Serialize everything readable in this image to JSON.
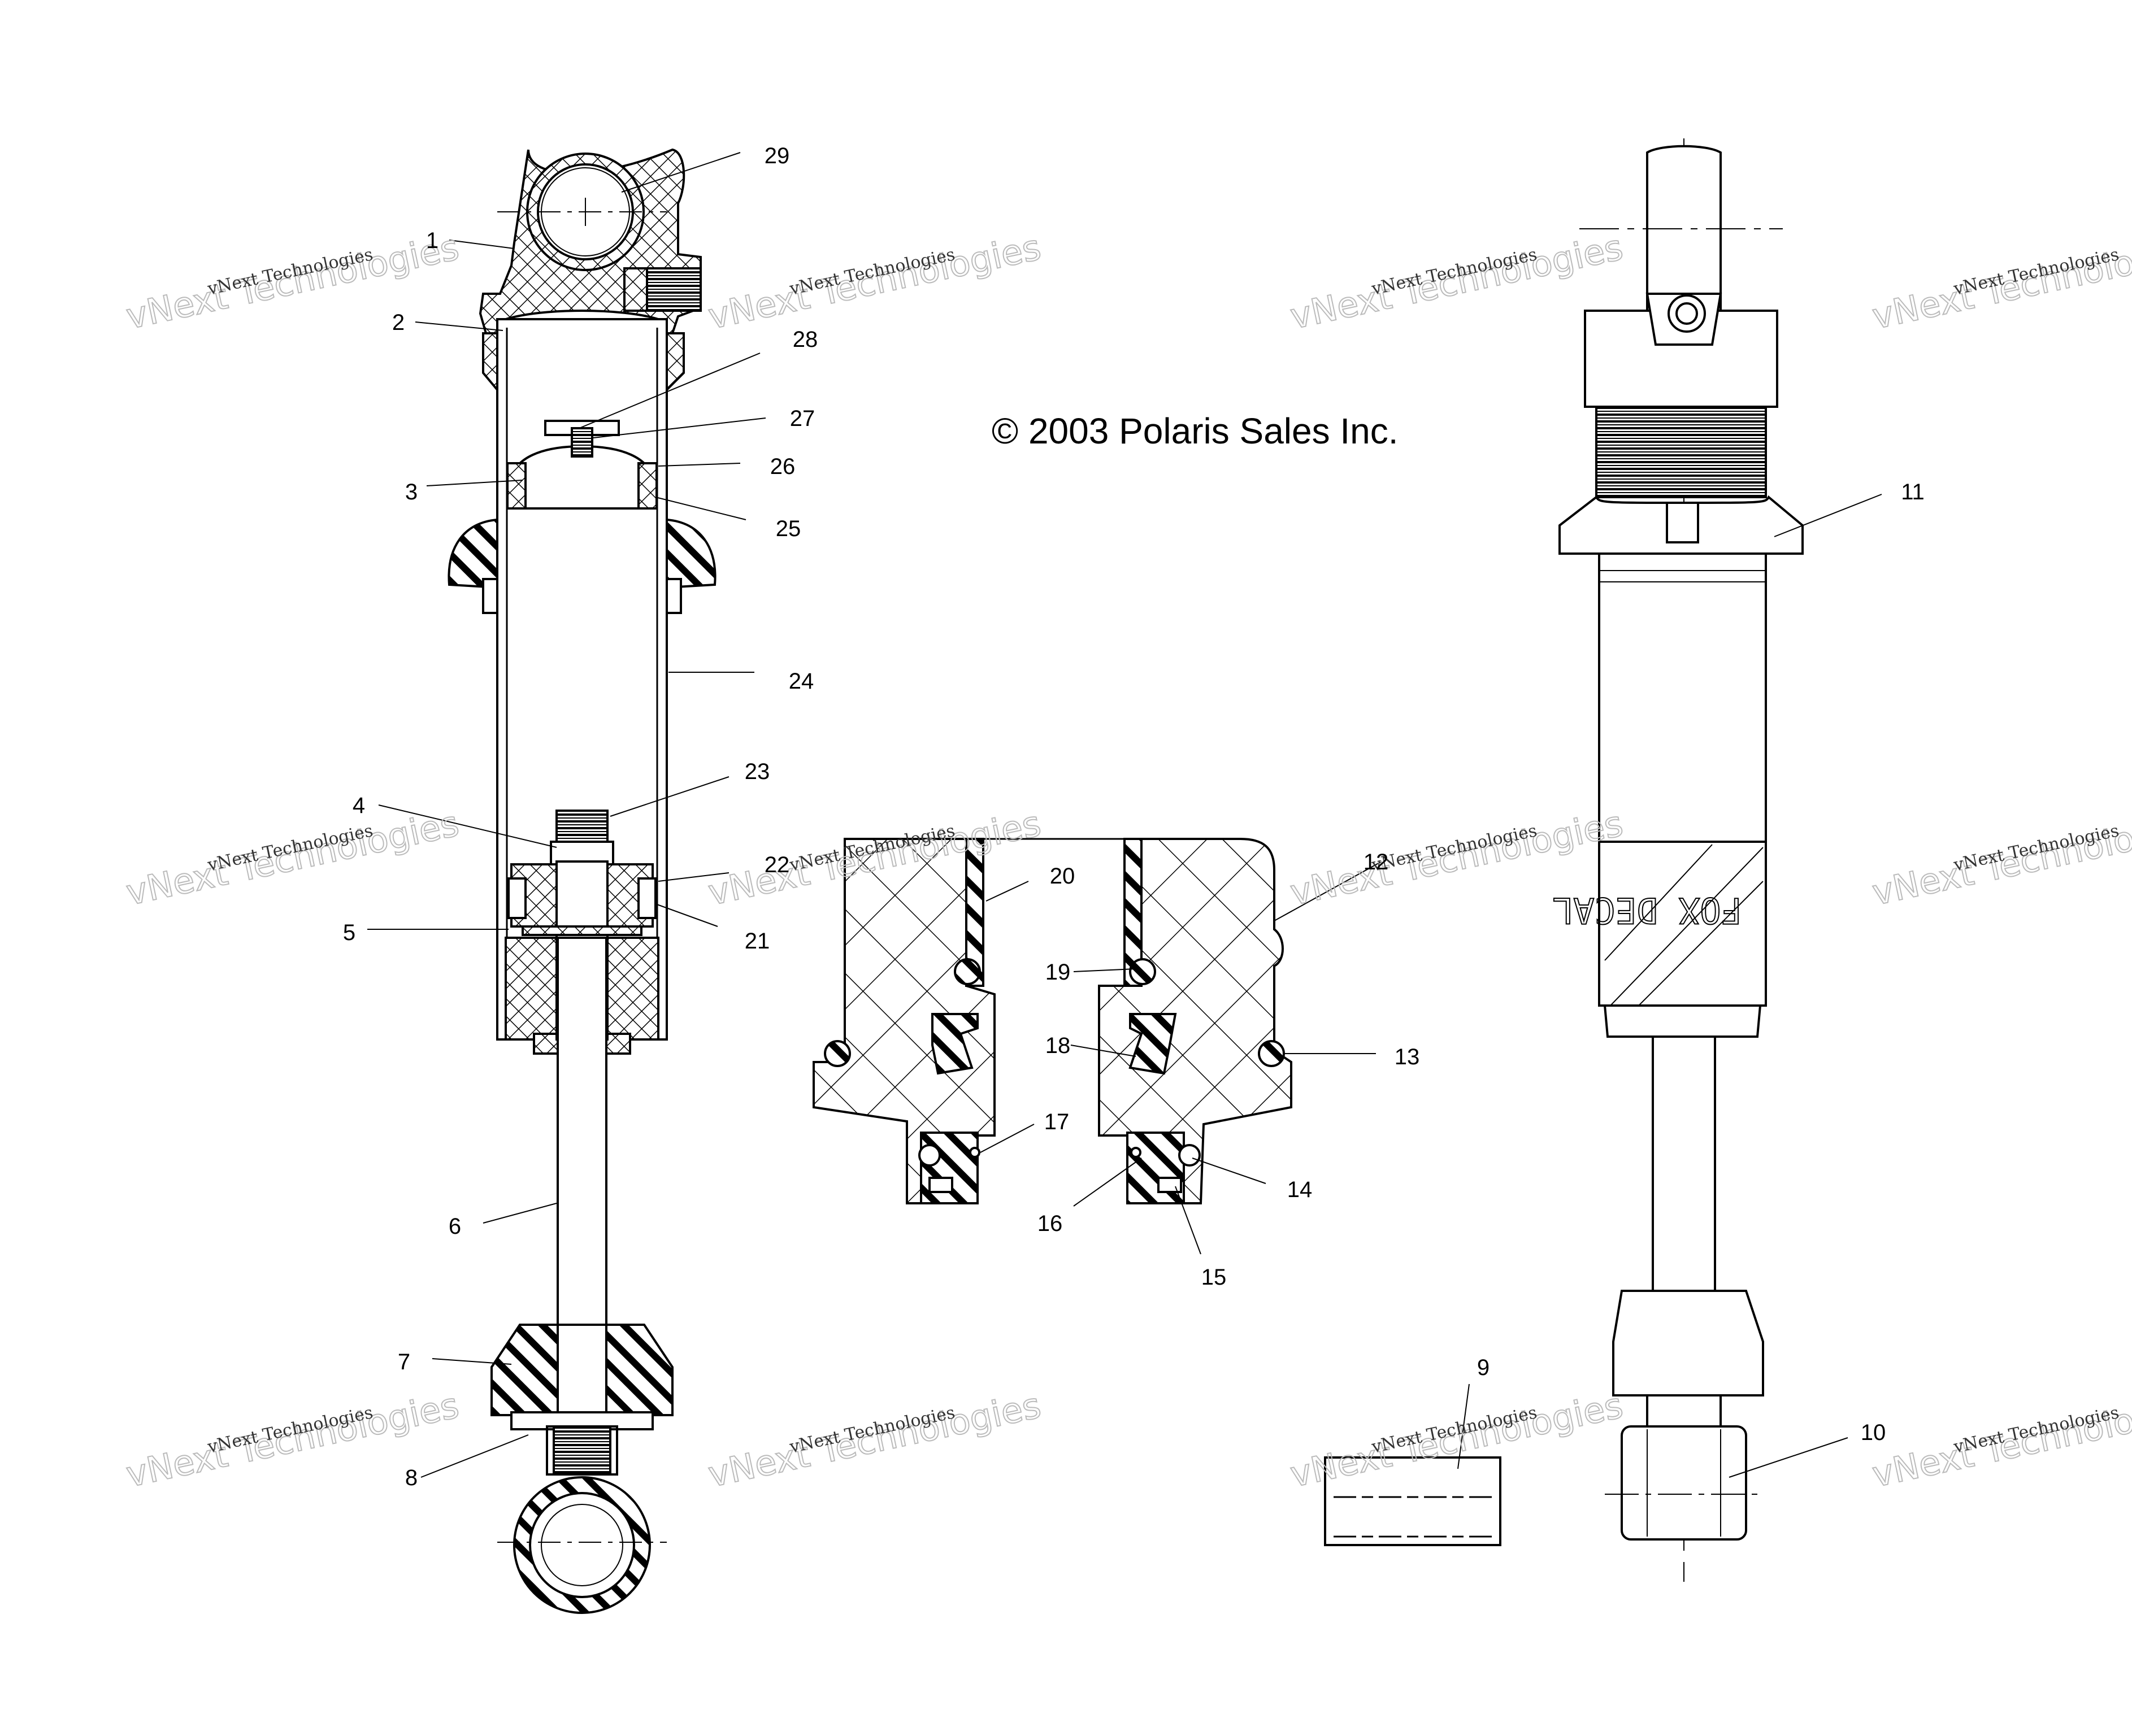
{
  "copyright": "© 2003 Polaris Sales Inc.",
  "watermark": {
    "line1": "vNext Technologies",
    "line2": "vNext Technologies"
  },
  "decal_text": "FOX DECAL",
  "callouts": [
    "1",
    "2",
    "3",
    "4",
    "5",
    "6",
    "7",
    "8",
    "9",
    "10",
    "11",
    "12",
    "13",
    "14",
    "15",
    "16",
    "17",
    "18",
    "19",
    "20",
    "21",
    "22",
    "23",
    "24",
    "25",
    "26",
    "27",
    "28",
    "29"
  ]
}
